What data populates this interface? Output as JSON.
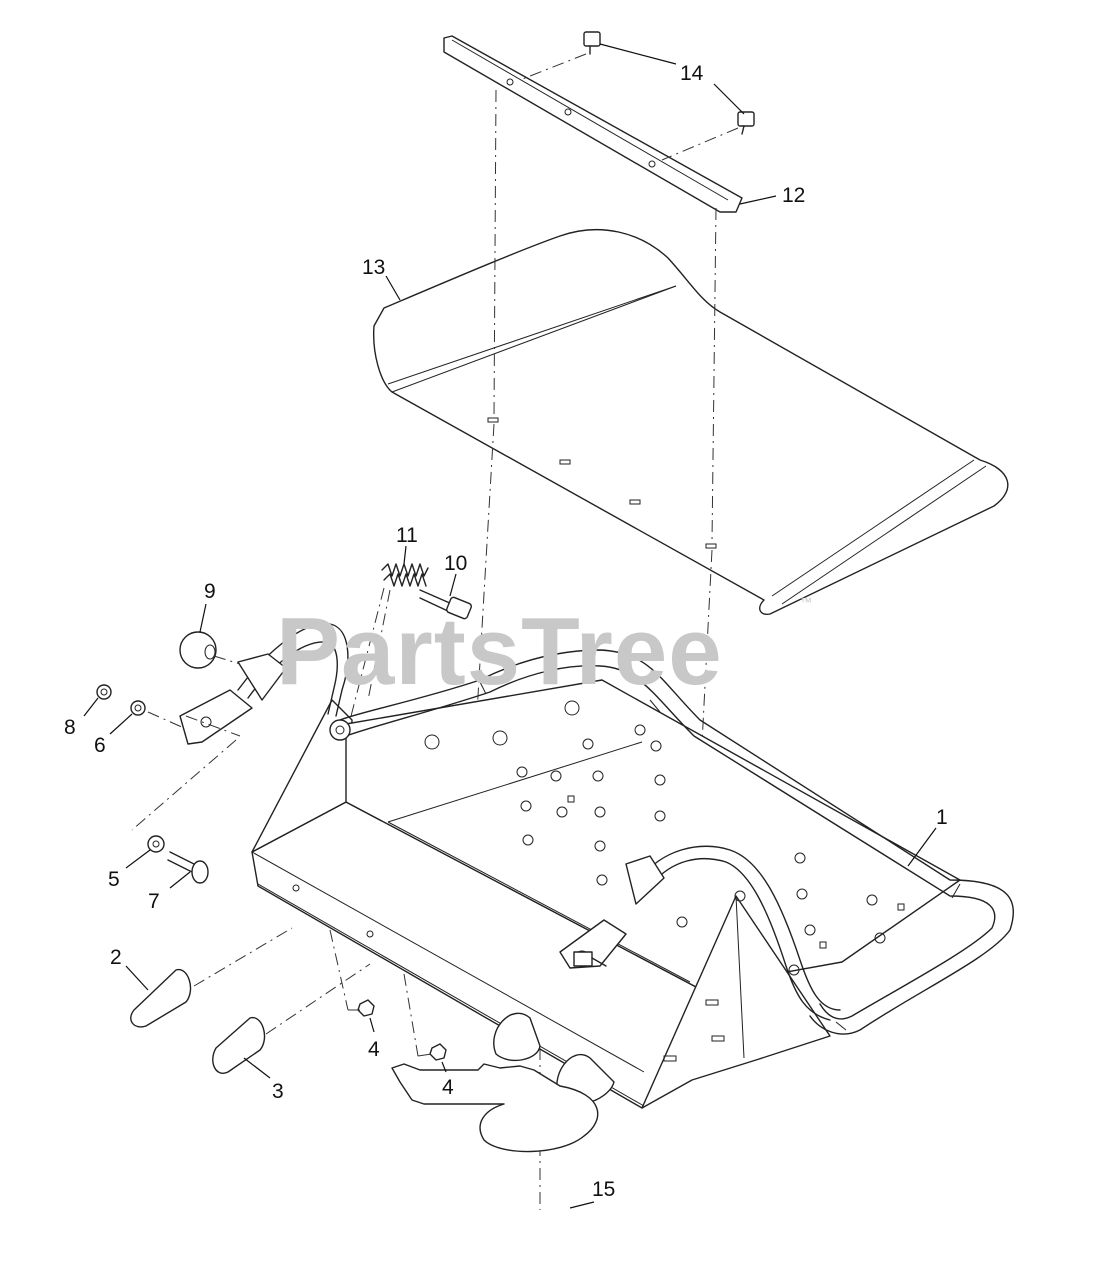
{
  "watermark": {
    "text": "PartsTree",
    "trademark": "™",
    "color": "#c8c8c8"
  },
  "callouts": [
    {
      "id": "1",
      "label": "1"
    },
    {
      "id": "2",
      "label": "2"
    },
    {
      "id": "3",
      "label": "3"
    },
    {
      "id": "4a",
      "label": "4"
    },
    {
      "id": "4b",
      "label": "4"
    },
    {
      "id": "5",
      "label": "5"
    },
    {
      "id": "6",
      "label": "6"
    },
    {
      "id": "7",
      "label": "7"
    },
    {
      "id": "8",
      "label": "8"
    },
    {
      "id": "9",
      "label": "9"
    },
    {
      "id": "10",
      "label": "10"
    },
    {
      "id": "11",
      "label": "11"
    },
    {
      "id": "12",
      "label": "12"
    },
    {
      "id": "13",
      "label": "13"
    },
    {
      "id": "14",
      "label": "14"
    },
    {
      "id": "15",
      "label": "15"
    }
  ],
  "colors": {
    "line": "#222222",
    "background": "#ffffff"
  }
}
